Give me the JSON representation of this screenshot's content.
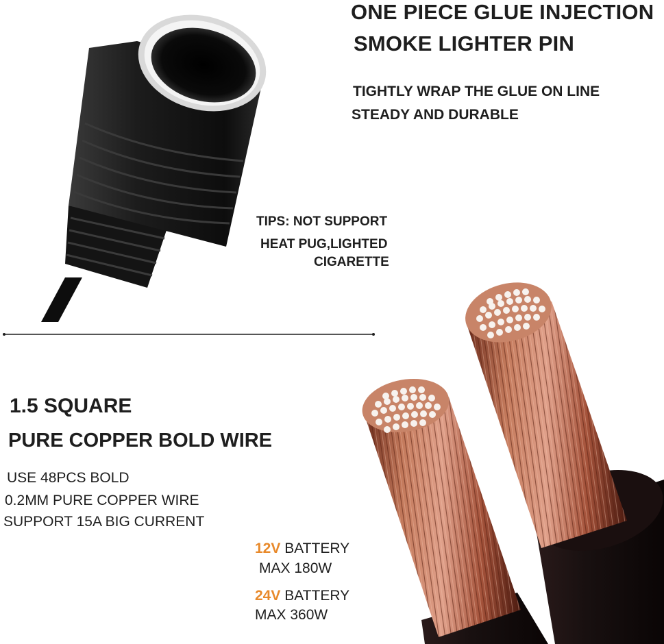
{
  "headline": {
    "line1": "ONE PIECE GLUE INJECTION",
    "line2": "SMOKE LIGHTER PIN"
  },
  "feature": {
    "line1": "TIGHTLY WRAP THE GLUE ON LINE",
    "line2": "STEADY AND DURABLE"
  },
  "tips": {
    "line1": "TIPS: NOT SUPPORT",
    "line2": "HEAT PUG,LIGHTED",
    "line3": "CIGARETTE"
  },
  "wire": {
    "title": "1.5 SQUARE",
    "subtitle": "PURE COPPER BOLD WIRE",
    "detail1": "USE 48PCS BOLD",
    "detail2": "0.2MM PURE COPPER WIRE",
    "detail3": "SUPPORT 15A BIG CURRENT"
  },
  "specs": [
    {
      "voltage": "12V",
      "label": " BATTERY",
      "power": "MAX 180W"
    },
    {
      "voltage": "24V",
      "label": " BATTERY",
      "power": "MAX 360W"
    }
  ],
  "colors": {
    "accent": "#e8892a",
    "text": "#1e1e1e",
    "copper": "#b8654a",
    "plug": "#1a1a1a",
    "chrome": "#d9d9d9"
  },
  "icons": {
    "socket": "cigarette-lighter-socket-illustration",
    "copper_wires": "copper-wire-strands-illustration",
    "divider": "horizontal-divider"
  }
}
